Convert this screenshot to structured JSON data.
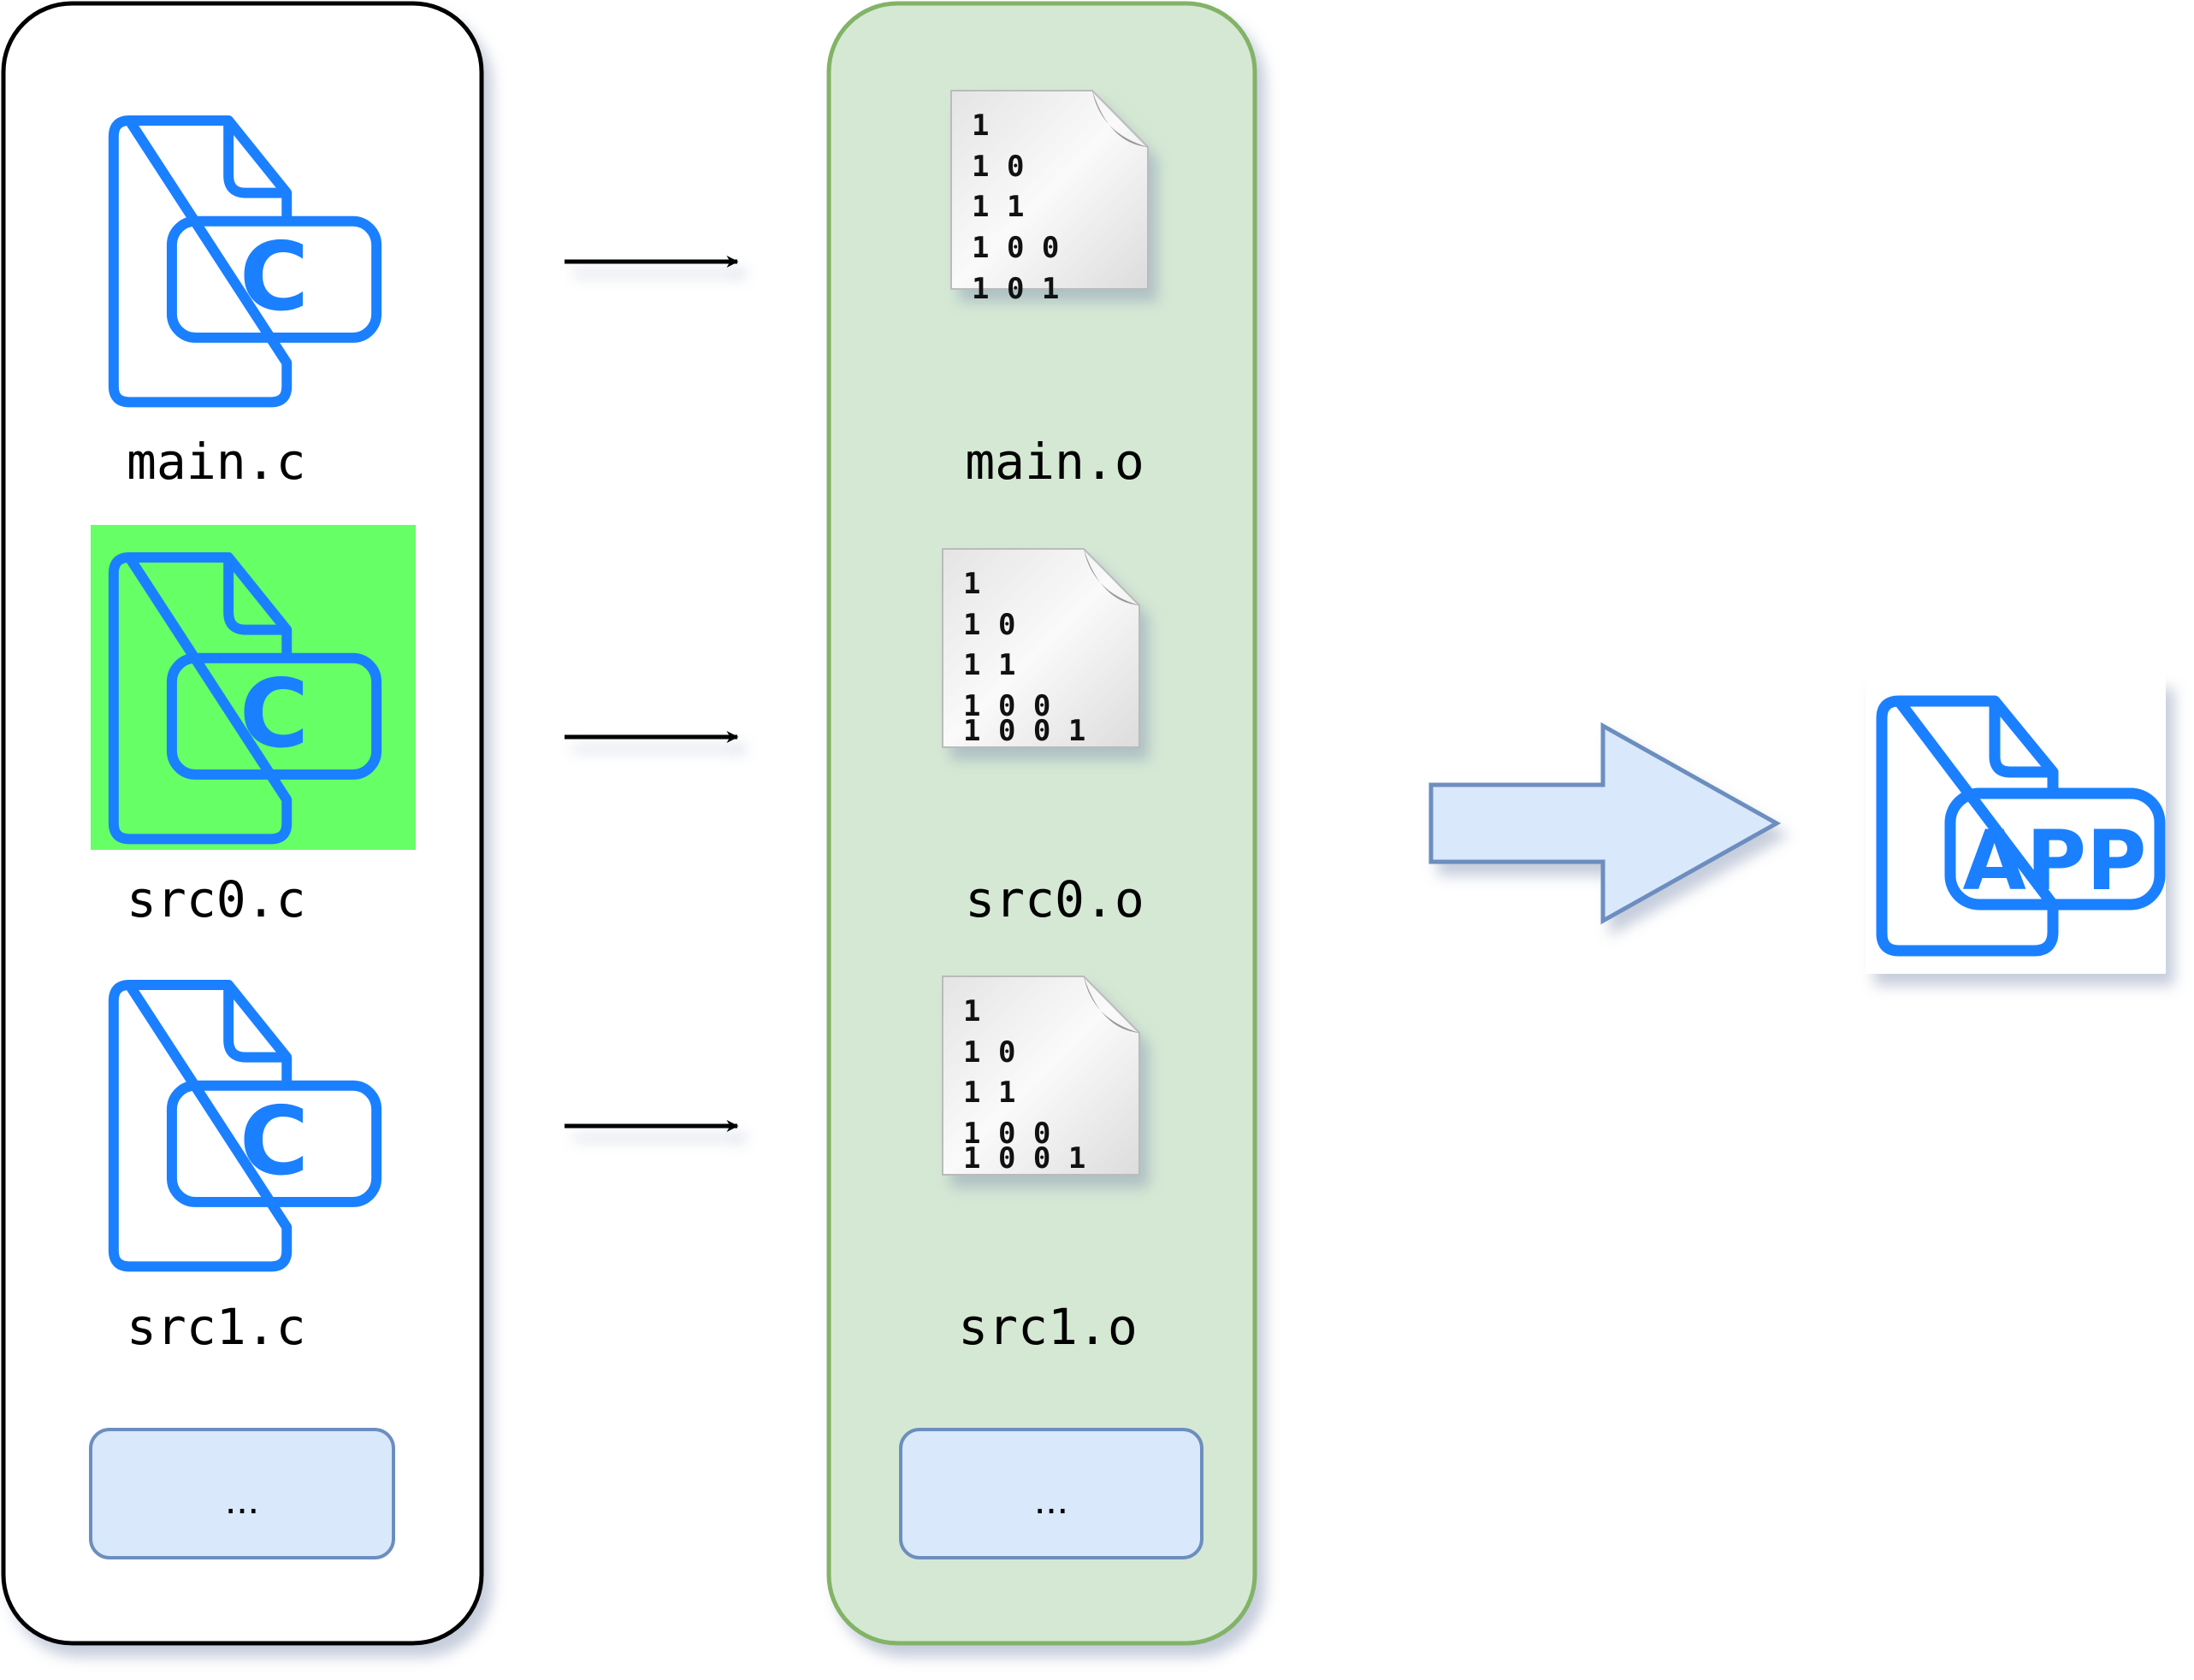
{
  "sources": {
    "files": [
      {
        "label": "main.c",
        "icon": "c-file-icon",
        "icon_letter": "C",
        "highlighted": false
      },
      {
        "label": "src0.c",
        "icon": "c-file-icon",
        "icon_letter": "C",
        "highlighted": true
      },
      {
        "label": "src1.c",
        "icon": "c-file-icon",
        "icon_letter": "C",
        "highlighted": false
      }
    ],
    "more_label": "..."
  },
  "objects": {
    "files": [
      {
        "label": "main.o",
        "icon": "binary-file-icon"
      },
      {
        "label": "src0.o",
        "icon": "binary-file-icon"
      },
      {
        "label": "src1.o",
        "icon": "binary-file-icon"
      }
    ],
    "binary_lines": [
      "1",
      "1 0",
      "1 1",
      "1 0 0",
      "1 0 1",
      "1 0 0 1"
    ],
    "more_label": "..."
  },
  "output": {
    "icon": "app-file-icon",
    "icon_text": "APP"
  },
  "colors": {
    "icon_blue": "#1a80ff",
    "highlight_green": "#66ff66",
    "object_panel_fill": "#d5e8d4",
    "object_panel_border": "#82b366",
    "box_fill": "#dae8fc",
    "box_border": "#6c8ebf"
  }
}
